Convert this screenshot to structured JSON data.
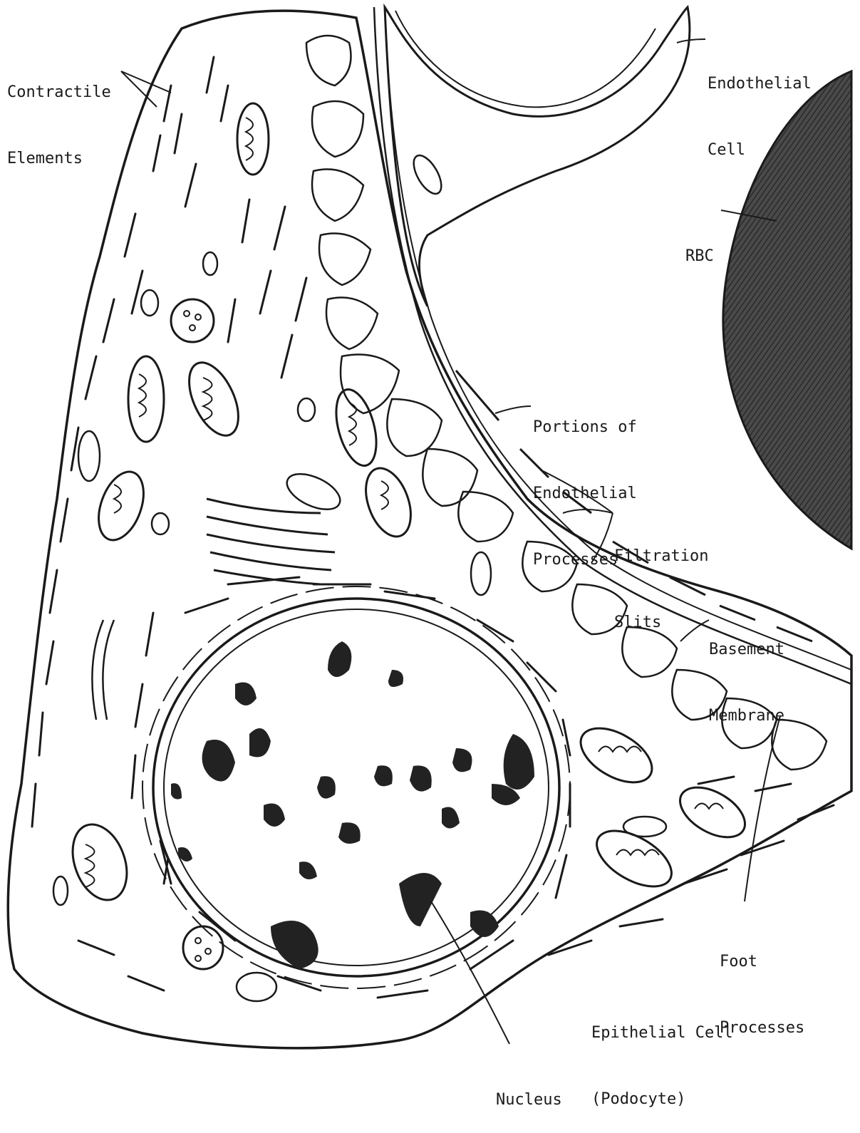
{
  "labels": {
    "contractile_elements": [
      "Contractile",
      "Elements"
    ],
    "endothelial_cell": [
      "Endothelial",
      "Cell"
    ],
    "rbc": "RBC",
    "endothelial_processes": [
      "Portions of",
      "Endothelial",
      "Processes"
    ],
    "filtration_slits": [
      "Filtration",
      "Slits"
    ],
    "basement_membrane": [
      "Basement",
      "Membrane"
    ],
    "foot_processes": [
      "Foot",
      "Processes"
    ],
    "epithelial_cell": [
      "Epithelial Cell",
      "(Podocyte)"
    ],
    "nucleus": "Nucleus"
  },
  "colors": {
    "ink": "#1a1a1a",
    "rbc_fill": "#444444",
    "chromatin": "#222222",
    "paper": "#ffffff"
  }
}
